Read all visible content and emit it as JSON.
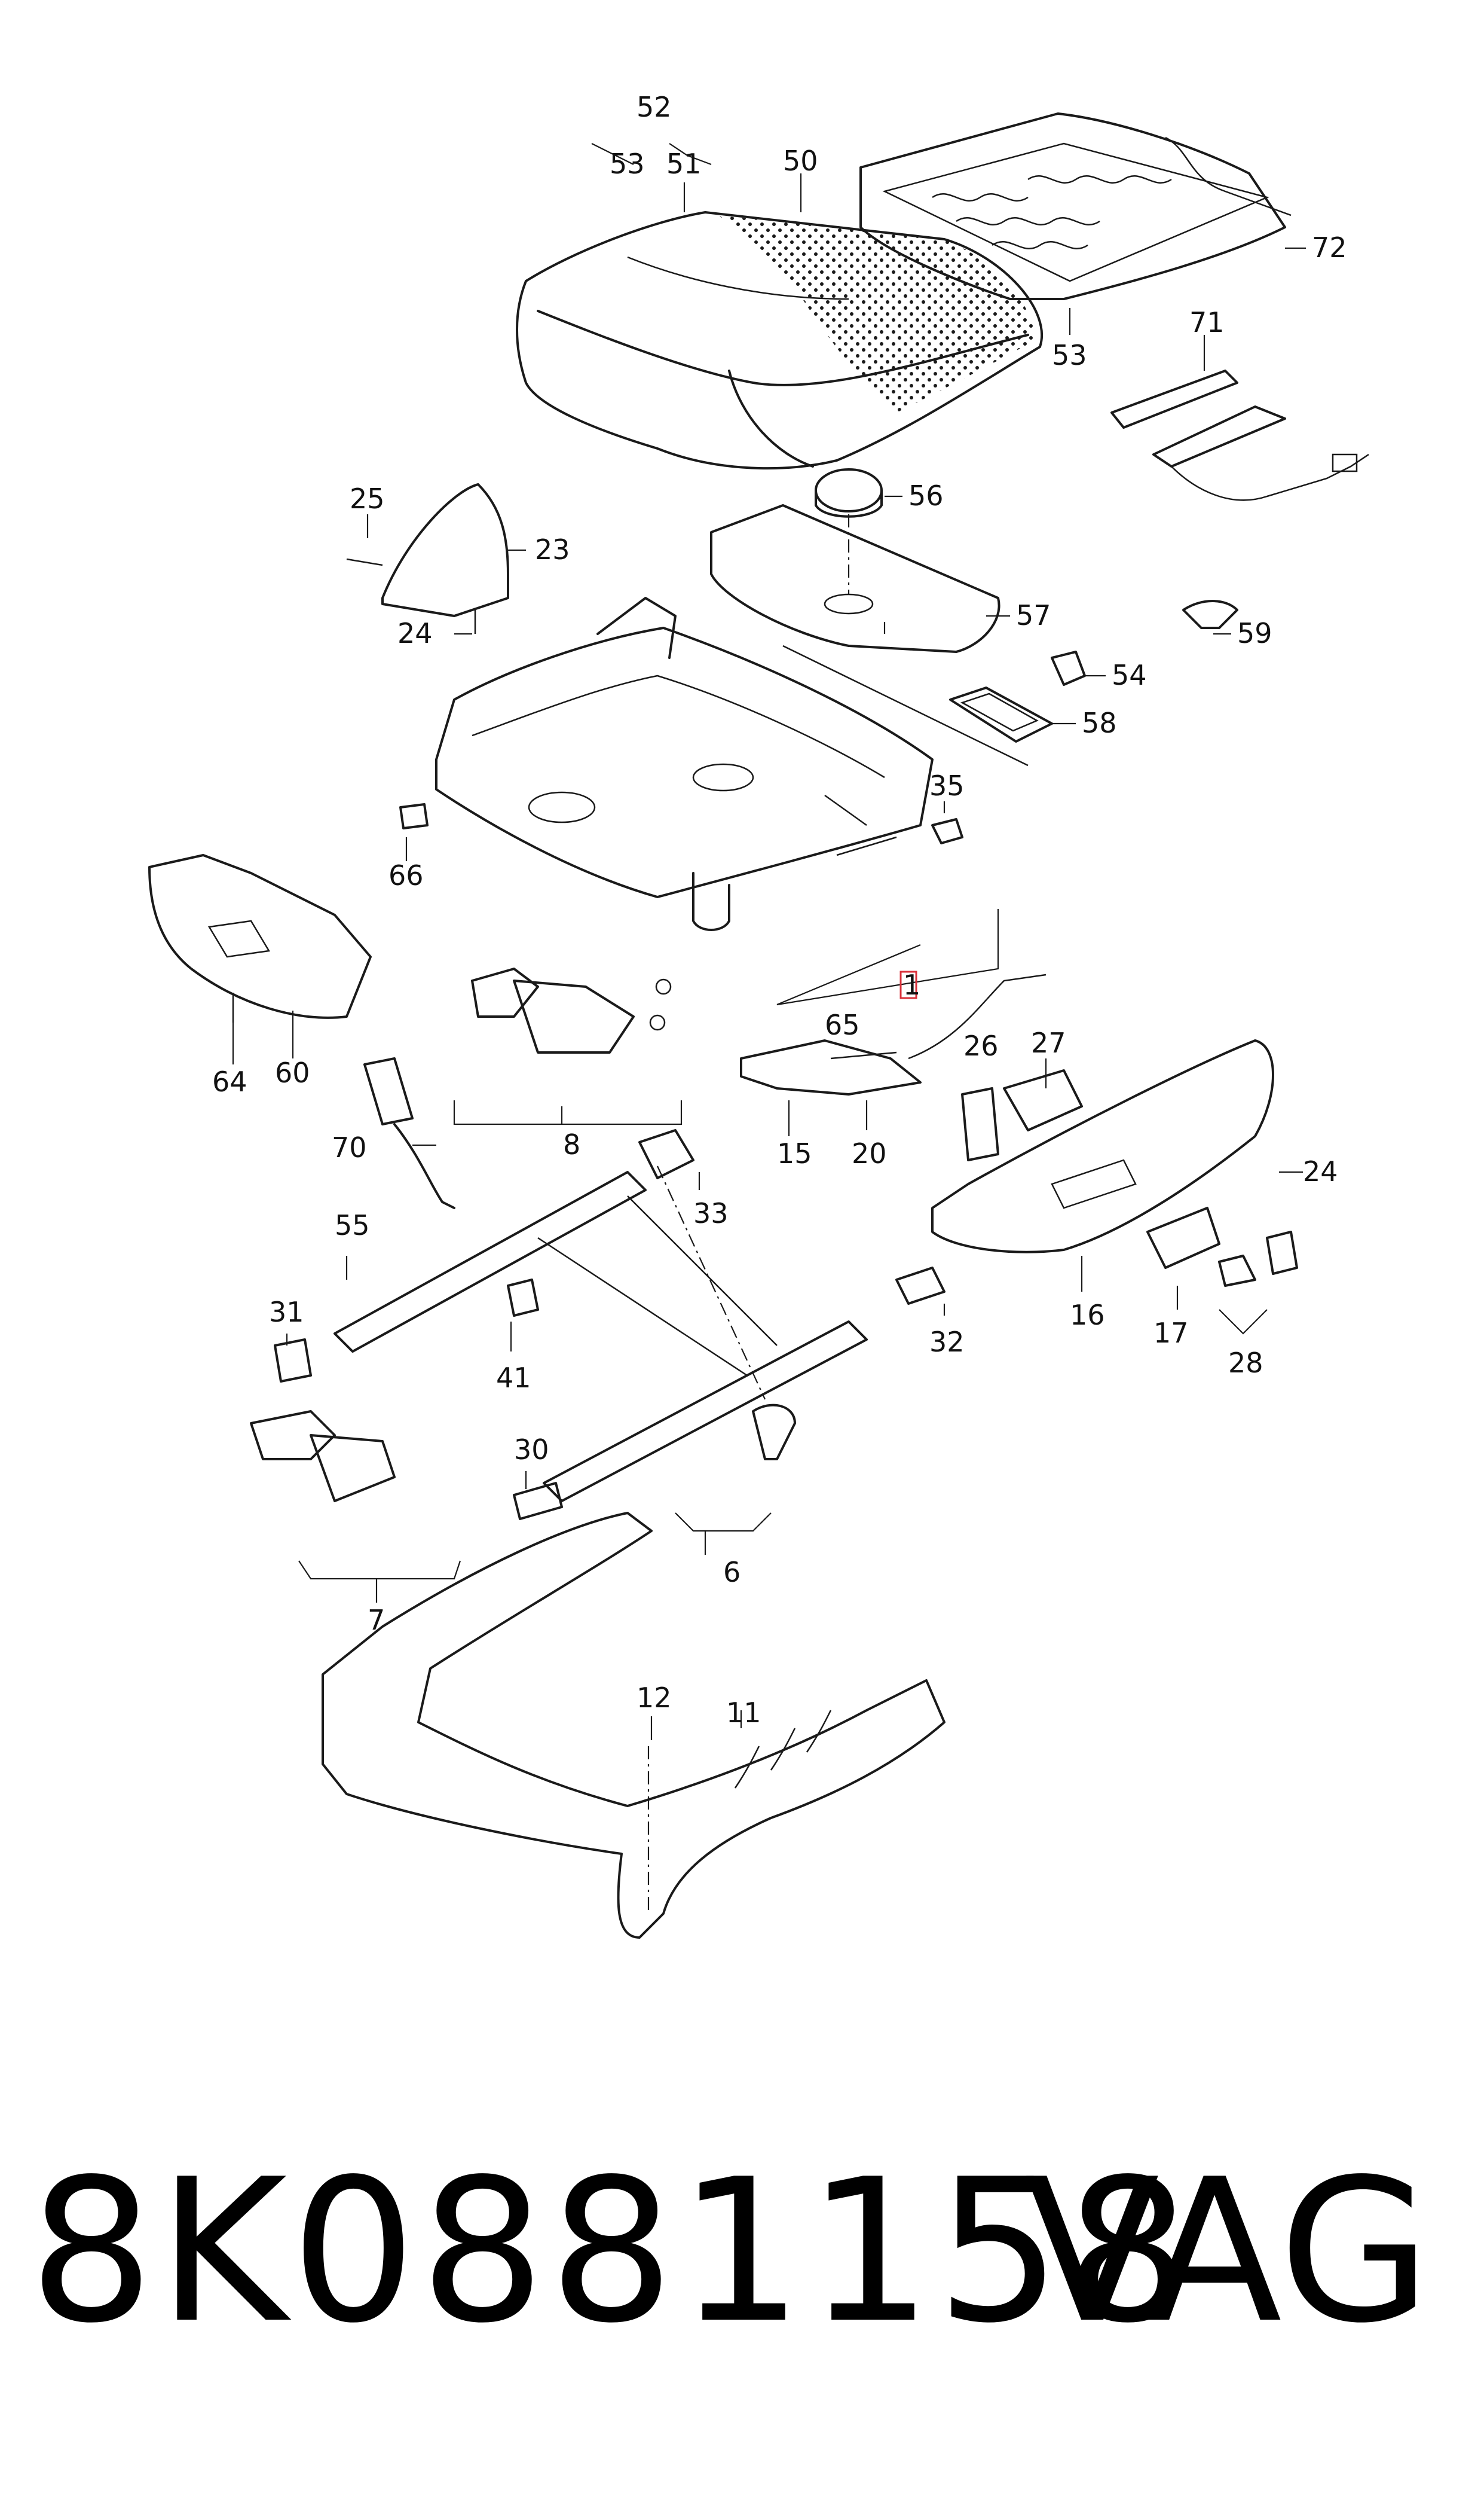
{
  "diagram": {
    "callouts": {
      "c52": "52",
      "c53a": "53",
      "c51": "51",
      "c50": "50",
      "c72": "72",
      "c53b": "53",
      "c71": "71",
      "c56": "56",
      "c25": "25",
      "c23": "23",
      "c24a": "24",
      "c57": "57",
      "c59": "59",
      "c54": "54",
      "c58": "58",
      "c35": "35",
      "c66": "66",
      "c1": "1",
      "c64": "64",
      "c60": "60",
      "c65": "65",
      "c26": "26",
      "c27": "27",
      "c8": "8",
      "c15": "15",
      "c20": "20",
      "c70": "70",
      "c33": "33",
      "c24b": "24",
      "c55": "55",
      "c31": "31",
      "c41": "41",
      "c32": "32",
      "c16": "16",
      "c17": "17",
      "c28": "28",
      "c30": "30",
      "c7": "7",
      "c6": "6",
      "c12": "12",
      "c11": "11"
    }
  },
  "footer": {
    "part_number": "8K0881158",
    "brand": "VAG"
  }
}
